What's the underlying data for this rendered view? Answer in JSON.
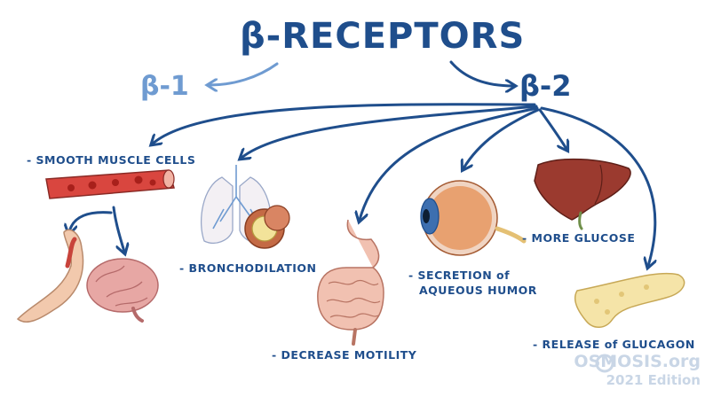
{
  "title": "β-RECEPTORS",
  "beta1": "β-1",
  "beta2": "β-2",
  "labels": {
    "smooth_muscle": "- SMOOTH MUSCLE CELLS",
    "bronchodilation": "- BRONCHODILATION",
    "decrease_motility": "- DECREASE MOTILITY",
    "secretion_line1": "- SECRETION of",
    "secretion_line2": "AQUEOUS HUMOR",
    "more_glucose": "- MORE GLUCOSE",
    "release_glucagon": "- RELEASE of GLUCAGON"
  },
  "brand": {
    "name": "OSMOSIS.org",
    "edition": "2021 Edition"
  },
  "colors": {
    "arrow_dark": "#1f4e8c",
    "arrow_light": "#6f9bd1",
    "brand": "#c9d6e6"
  }
}
